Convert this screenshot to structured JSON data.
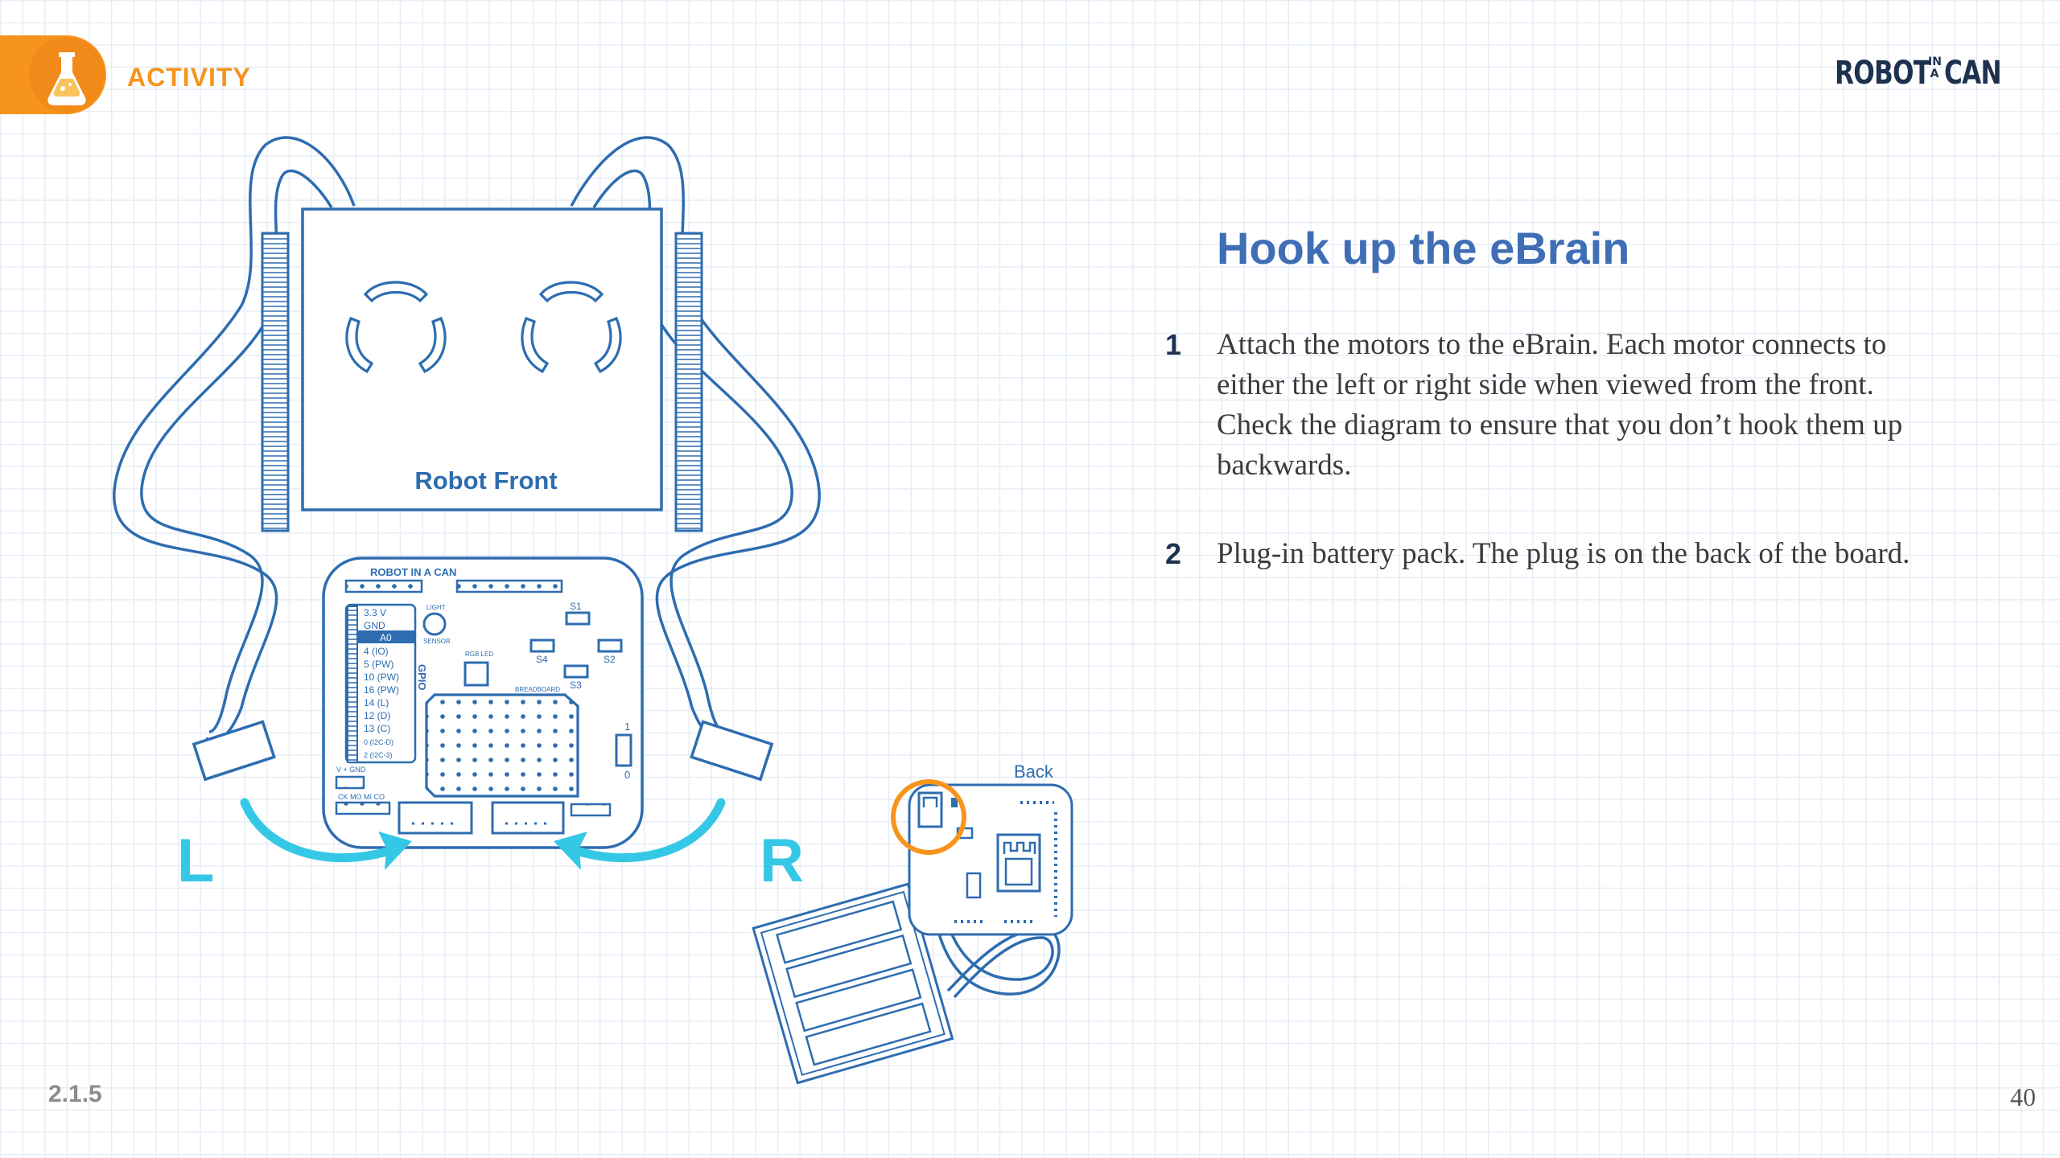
{
  "header": {
    "section_label": "ACTIVITY",
    "brand_left": "ROBOT",
    "brand_mid": "IN A",
    "brand_right": "CAN",
    "flask_icon": "flask-icon",
    "colors": {
      "accent": "#f7941d",
      "heading": "#3f6eb5",
      "navy": "#1e3250",
      "line": "#2e6cb0",
      "cyan": "#35c8e6"
    }
  },
  "content": {
    "title": "Hook up the eBrain",
    "steps": [
      {
        "number": "1",
        "text": "Attach the motors to the eBrain. Each motor connects to either the left or right side when viewed from the front. Check the diagram to ensure that you don’t hook them up backwards."
      },
      {
        "number": "2",
        "text": "Plug-in battery pack. The plug is on the back of the board."
      }
    ]
  },
  "diagram": {
    "robot_front_label": "Robot Front",
    "board_title": "ROBOT IN A CAN",
    "pin_labels": [
      "3.3 V",
      "GND",
      "A0",
      "4 (IO)",
      "5 (PW)",
      "10 (PW)",
      "16 (PW)",
      "14 (L)",
      "12 (D)",
      "13 (C)",
      "0 (I2C-D)",
      "2 (I2C-3)"
    ],
    "gpio_label": "GPIO",
    "light_label": "LIGHT",
    "sensor_label": "SENSOR",
    "rgb_led_label": "RGB LED",
    "breadboard_label": "BREADBOARD",
    "switch_labels": [
      "S1",
      "S2",
      "S3",
      "S4"
    ],
    "power_label": "V + GND",
    "bottom_pin_label": "CK MO MI CO",
    "toggle_on": "1",
    "toggle_off": "0",
    "left_label": "L",
    "right_label": "R",
    "back_label": "Back"
  },
  "footer": {
    "section_number": "2.1.5",
    "page_number": "40"
  }
}
